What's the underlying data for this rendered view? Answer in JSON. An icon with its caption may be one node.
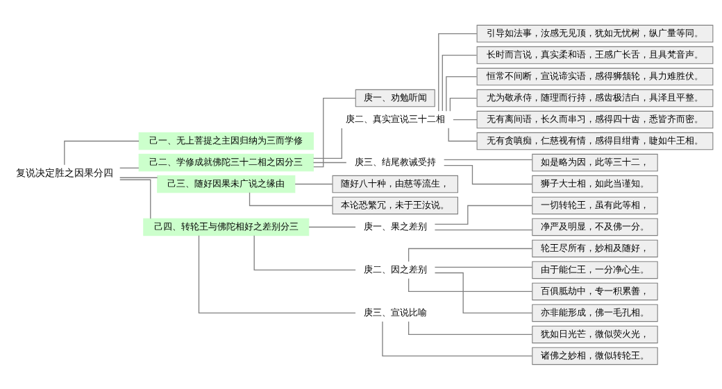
{
  "diagram": {
    "nodes": [
      {
        "text": [
          "复说决定胜之因果分四"
        ]
      },
      {
        "text": [
          "己一、无上菩提之主因归纳为三而学修"
        ]
      },
      {
        "text": [
          "己二、学修成就佛陀三十二相之因分三"
        ]
      },
      {
        "text": [
          "庚一、劝勉听闻"
        ]
      },
      {
        "text": [
          "庚二、真实宣说三十二相"
        ]
      },
      {
        "text": [
          "引导如法事，汝感无见顶，犹如无忧树，纵广量等同。"
        ]
      },
      {
        "text": [
          "长时而言说，真实柔和语，王感广长舌，且具梵音声。"
        ]
      },
      {
        "text": [
          "恒常不间断，宣说谛实语，感得狮颔轮，具力难胜伏。"
        ]
      },
      {
        "text": [
          "尤为敬承侍，随理而行持，感齿极洁白，具泽且平整。"
        ]
      },
      {
        "text": [
          "无有离间语，长久而串习，感得四十齿，悉皆齐而密。"
        ]
      },
      {
        "text": [
          "无有贪嗔痴，仁慈视有情，感得目绀青，睫如牛王相。"
        ]
      },
      {
        "text": [
          "庚三、结尾教诫受持"
        ]
      },
      {
        "text": [
          "如是略为因，此等三十二，"
        ]
      },
      {
        "text": [
          "狮子大士相，如此当谨知。"
        ]
      },
      {
        "text": [
          "己三、随好因果未广说之缘由"
        ]
      },
      {
        "text": [
          "随好八十种，由慈等流生，"
        ]
      },
      {
        "text": [
          "本论恐繁冗，未于王汝说。"
        ]
      },
      {
        "text": [
          "己四、转轮王与佛陀相好之差别分三"
        ]
      },
      {
        "text": [
          "庚一、果之差别"
        ]
      },
      {
        "text": [
          "一切转轮王，虽有此等相，"
        ]
      },
      {
        "text": [
          "净严及明显，不及佛一分。"
        ]
      },
      {
        "text": [
          "庚二、因之差别"
        ]
      },
      {
        "text": [
          "轮王尽所有，妙相及随好，"
        ]
      },
      {
        "text": [
          "由于能仁王，一分净心生。"
        ]
      },
      {
        "text": [
          "百俱胝劫中，专一积累善，"
        ]
      },
      {
        "text": [
          "亦非能形成，佛一毛孔相。"
        ]
      },
      {
        "text": [
          "庚三、宣说比喻"
        ]
      },
      {
        "text": [
          "犹如日光芒，微似荧火光，"
        ]
      },
      {
        "text": [
          "诸佛之妙相，微似转轮王。"
        ]
      }
    ],
    "edges": [
      {
        "from": 0,
        "to": 1,
        "arrow": "none"
      },
      {
        "from": 0,
        "to": 2,
        "arrow": "none"
      },
      {
        "from": 2,
        "to": 3,
        "arrow": "none"
      },
      {
        "from": 2,
        "to": 4,
        "arrow": "none"
      },
      {
        "from": 4,
        "to": 5,
        "arrow": "none"
      },
      {
        "from": 4,
        "to": 6,
        "arrow": "none"
      },
      {
        "from": 4,
        "to": 7,
        "arrow": "none"
      },
      {
        "from": 4,
        "to": 8,
        "arrow": "none"
      },
      {
        "from": 4,
        "to": 9,
        "arrow": "none"
      },
      {
        "from": 4,
        "to": 10,
        "arrow": "none"
      },
      {
        "from": 2,
        "to": 11,
        "arrow": "none"
      },
      {
        "from": 11,
        "to": 12,
        "arrow": "none"
      },
      {
        "from": 11,
        "to": 13,
        "arrow": "none"
      },
      {
        "from": 0,
        "to": 14,
        "arrow": "none"
      },
      {
        "from": 14,
        "to": 15,
        "arrow": "none"
      },
      {
        "from": 14,
        "to": 16,
        "arrow": "none"
      },
      {
        "from": 0,
        "to": 17,
        "arrow": "none"
      },
      {
        "from": 17,
        "to": 18,
        "arrow": "none"
      },
      {
        "from": 18,
        "to": 19,
        "arrow": "none"
      },
      {
        "from": 18,
        "to": 20,
        "arrow": "none"
      },
      {
        "from": 17,
        "to": 21,
        "arrow": "none"
      },
      {
        "from": 21,
        "to": 22,
        "arrow": "none"
      },
      {
        "from": 21,
        "to": 23,
        "arrow": "none"
      },
      {
        "from": 21,
        "to": 24,
        "arrow": "none"
      },
      {
        "from": 21,
        "to": 25,
        "arrow": "none"
      },
      {
        "from": 17,
        "to": 26,
        "arrow": "none"
      },
      {
        "from": 26,
        "to": 27,
        "arrow": "none"
      },
      {
        "from": 26,
        "to": 28,
        "arrow": "none"
      }
    ]
  }
}
